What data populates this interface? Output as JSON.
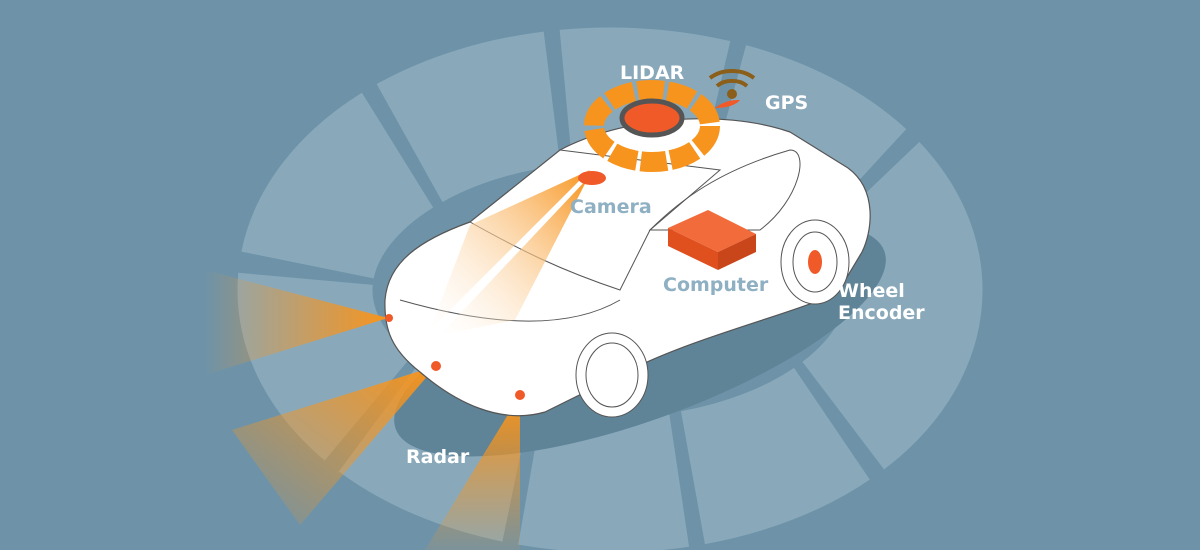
{
  "labels": {
    "lidar": "LIDAR",
    "gps": "GPS",
    "camera": "Camera",
    "computer": "Computer",
    "wheel_encoder_line1": "Wheel",
    "wheel_encoder_line2": "Encoder",
    "radar": "Radar"
  },
  "colors": {
    "background": "#6e93a8",
    "ring": "#89a9bb",
    "sensor": "#f05a28",
    "beam": "#f7941d",
    "lidar_ring": "#f7941d",
    "gps_signal": "#8b5e1a"
  }
}
